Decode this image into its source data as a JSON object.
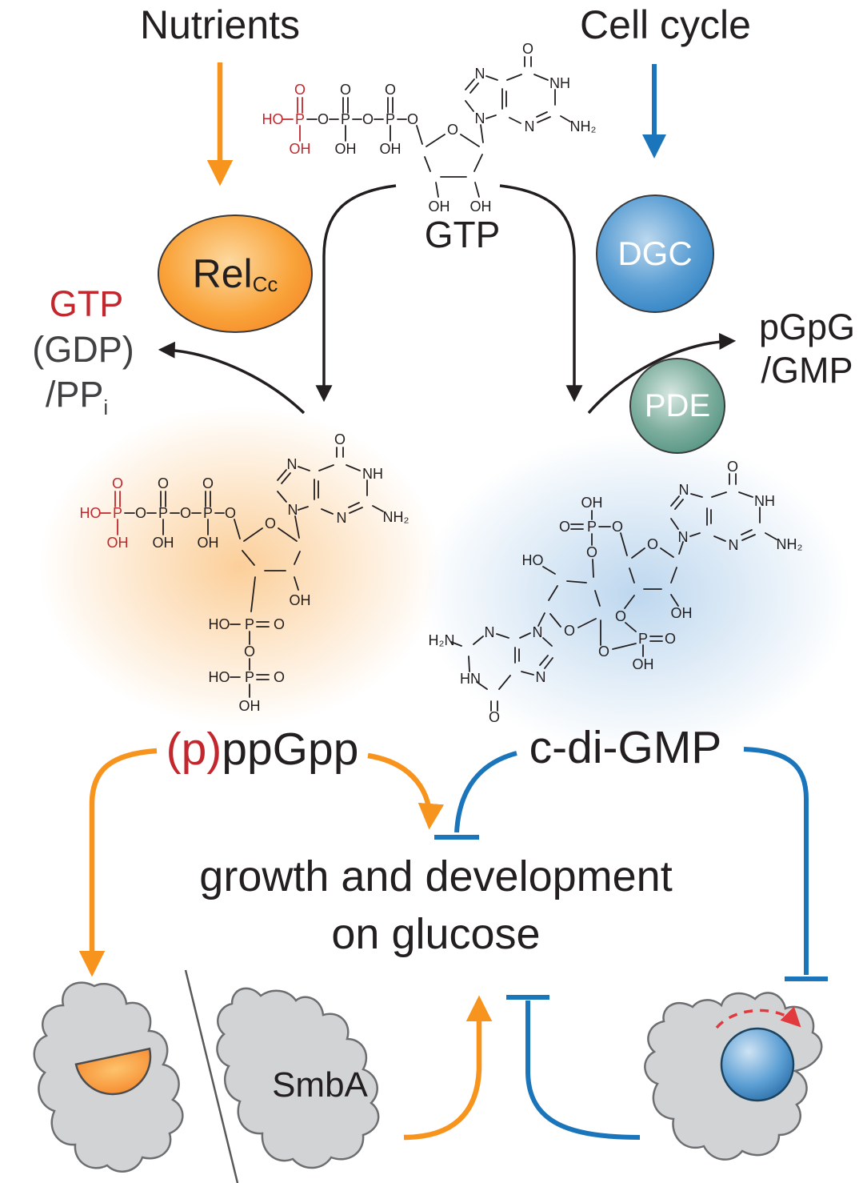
{
  "colors": {
    "black": "#231F20",
    "orange": "#F7941E",
    "blue": "#1B75BB",
    "red": "#C1272D",
    "redarrow": "#E03A3E",
    "pde_green": "#3E8573",
    "gray_fill": "#D2D3D5",
    "gray_stroke": "#6D6E71"
  },
  "top": {
    "left_input": "Nutrients",
    "right_input": "Cell cycle"
  },
  "nodes": {
    "relcc": {
      "label": "Rel",
      "sub": "Cc"
    },
    "dgc": {
      "label": "DGC"
    },
    "pde": {
      "label": "PDE"
    }
  },
  "metabolites": {
    "gtp_center": "GTP",
    "left_products": {
      "line1": "GTP",
      "line2": "(GDP)",
      "line3_base": "/PP",
      "line3_sub": "i"
    },
    "right_products": {
      "line1": "pGpG",
      "line2": "/GMP"
    },
    "ppgpp": {
      "prefix": "(p)",
      "rest": "ppGpp"
    },
    "cdigmp": "c-di-GMP"
  },
  "outcome": {
    "line1": "growth and development",
    "line2": "on glucose"
  },
  "bottom": {
    "smba": "SmbA"
  },
  "molecules": [
    {
      "id": "gtp",
      "atoms": [
        [
          341,
          149,
          "HO",
          "r"
        ],
        [
          375,
          112,
          "O",
          "r"
        ],
        [
          375,
          149,
          "P",
          "r"
        ],
        [
          375,
          186,
          "OH",
          "r"
        ],
        [
          404,
          149,
          "O"
        ],
        [
          432,
          112,
          "O"
        ],
        [
          432,
          149,
          "P"
        ],
        [
          432,
          186,
          "OH"
        ],
        [
          460,
          149,
          "O"
        ],
        [
          488,
          112,
          "O"
        ],
        [
          488,
          149,
          "P"
        ],
        [
          488,
          186,
          "OH"
        ],
        [
          516,
          149,
          "O"
        ],
        [
          566,
          162,
          "O"
        ],
        [
          549,
          258,
          "OH"
        ],
        [
          601,
          258,
          "OH"
        ],
        [
          660,
          61,
          "O"
        ],
        [
          700,
          104,
          "NH"
        ],
        [
          662,
          158,
          "N"
        ],
        [
          600,
          92,
          "N"
        ],
        [
          600,
          148,
          "N"
        ],
        [
          729,
          158,
          "NH₂"
        ]
      ],
      "bonds": [
        [
          354,
          149,
          366,
          149,
          "r"
        ],
        [
          372,
          141,
          372,
          122,
          "r"
        ],
        [
          378,
          141,
          378,
          122,
          "r"
        ],
        [
          375,
          157,
          375,
          176,
          "r"
        ],
        [
          384,
          149,
          396,
          149
        ],
        [
          412,
          149,
          423,
          149
        ],
        [
          429,
          141,
          429,
          122
        ],
        [
          435,
          141,
          435,
          122
        ],
        [
          432,
          157,
          432,
          176
        ],
        [
          441,
          149,
          452,
          149
        ],
        [
          468,
          149,
          479,
          149
        ],
        [
          485,
          141,
          485,
          122
        ],
        [
          491,
          141,
          491,
          122
        ],
        [
          488,
          157,
          488,
          176
        ],
        [
          497,
          149,
          508,
          149
        ],
        [
          521,
          157,
          528,
          180
        ],
        [
          533,
          183,
          556,
          168
        ],
        [
          576,
          168,
          599,
          183
        ],
        [
          603,
          193,
          593,
          214
        ],
        [
          583,
          221,
          551,
          221
        ],
        [
          538,
          214,
          531,
          196
        ],
        [
          545,
          228,
          548,
          246
        ],
        [
          594,
          228,
          599,
          246
        ],
        [
          604,
          178,
          601,
          156
        ],
        [
          668,
          93,
          685,
          100
        ],
        [
          694,
          112,
          694,
          131
        ],
        [
          688,
          146,
          672,
          153
        ],
        [
          684,
          140,
          671,
          146
        ],
        [
          651,
          154,
          637,
          147
        ],
        [
          628,
          136,
          628,
          111
        ],
        [
          633,
          133,
          633,
          114
        ],
        [
          634,
          100,
          652,
          93
        ],
        [
          656,
          83,
          656,
          71
        ],
        [
          664,
          83,
          664,
          71
        ],
        [
          701,
          145,
          713,
          152
        ],
        [
          622,
          100,
          608,
          95
        ],
        [
          593,
          99,
          582,
          112
        ],
        [
          598,
          104,
          588,
          116
        ],
        [
          582,
          126,
          592,
          139
        ],
        [
          608,
          148,
          620,
          144
        ]
      ]
    },
    {
      "id": "ppgpp",
      "atoms": [
        [
          113,
          641,
          "HO",
          "r"
        ],
        [
          147,
          604,
          "O",
          "r"
        ],
        [
          147,
          641,
          "P",
          "r"
        ],
        [
          147,
          678,
          "OH",
          "r"
        ],
        [
          176,
          641,
          "O"
        ],
        [
          204,
          604,
          "O"
        ],
        [
          204,
          641,
          "P"
        ],
        [
          204,
          678,
          "OH"
        ],
        [
          232,
          641,
          "O"
        ],
        [
          260,
          604,
          "O"
        ],
        [
          260,
          641,
          "P"
        ],
        [
          260,
          678,
          "OH"
        ],
        [
          288,
          641,
          "O"
        ],
        [
          338,
          654,
          "O"
        ],
        [
          375,
          750,
          "OH"
        ],
        [
          425,
          549,
          "O"
        ],
        [
          466,
          592,
          "NH"
        ],
        [
          427,
          647,
          "N"
        ],
        [
          365,
          580,
          "N"
        ],
        [
          366,
          637,
          "N"
        ],
        [
          495,
          646,
          "NH₂"
        ],
        [
          274,
          780,
          "HO"
        ],
        [
          312,
          780,
          "P"
        ],
        [
          349,
          780,
          "O"
        ],
        [
          312,
          814,
          "O"
        ],
        [
          274,
          846,
          "HO"
        ],
        [
          312,
          846,
          "P"
        ],
        [
          349,
          846,
          "O"
        ],
        [
          312,
          882,
          "OH"
        ]
      ],
      "bonds": [
        [
          126,
          641,
          138,
          641,
          "r"
        ],
        [
          144,
          633,
          144,
          614,
          "r"
        ],
        [
          150,
          633,
          150,
          614,
          "r"
        ],
        [
          147,
          649,
          147,
          668,
          "r"
        ],
        [
          156,
          641,
          168,
          641
        ],
        [
          184,
          641,
          195,
          641
        ],
        [
          201,
          633,
          201,
          614
        ],
        [
          207,
          633,
          207,
          614
        ],
        [
          204,
          649,
          204,
          668
        ],
        [
          213,
          641,
          224,
          641
        ],
        [
          240,
          641,
          251,
          641
        ],
        [
          257,
          633,
          257,
          614
        ],
        [
          263,
          633,
          263,
          614
        ],
        [
          260,
          649,
          260,
          668
        ],
        [
          269,
          641,
          280,
          641
        ],
        [
          293,
          649,
          300,
          673
        ],
        [
          305,
          676,
          328,
          660
        ],
        [
          348,
          660,
          371,
          676
        ],
        [
          375,
          689,
          368,
          705
        ],
        [
          357,
          713,
          331,
          713
        ],
        [
          318,
          706,
          303,
          688
        ],
        [
          368,
          721,
          373,
          737
        ],
        [
          319,
          721,
          314,
          764
        ],
        [
          374,
          672,
          369,
          645
        ],
        [
          433,
          581,
          450,
          588
        ],
        [
          459,
          600,
          459,
          619
        ],
        [
          453,
          634,
          437,
          641
        ],
        [
          449,
          628,
          436,
          634
        ],
        [
          416,
          642,
          402,
          636
        ],
        [
          393,
          624,
          393,
          599
        ],
        [
          398,
          622,
          398,
          601
        ],
        [
          399,
          588,
          417,
          581
        ],
        [
          421,
          571,
          421,
          559
        ],
        [
          429,
          571,
          429,
          559
        ],
        [
          466,
          632,
          479,
          639
        ],
        [
          387,
          588,
          373,
          583
        ],
        [
          358,
          587,
          347,
          600
        ],
        [
          363,
          591,
          352,
          604
        ],
        [
          347,
          614,
          358,
          627
        ],
        [
          373,
          637,
          385,
          633
        ],
        [
          288,
          780,
          300,
          780
        ],
        [
          321,
          777,
          336,
          777
        ],
        [
          321,
          783,
          336,
          783
        ],
        [
          312,
          789,
          312,
          805
        ],
        [
          312,
          823,
          312,
          837
        ],
        [
          288,
          846,
          300,
          846
        ],
        [
          321,
          843,
          336,
          843
        ],
        [
          321,
          849,
          336,
          849
        ],
        [
          312,
          855,
          312,
          871
        ]
      ]
    },
    {
      "id": "cdigmp",
      "atoms": [
        [
          740,
          628,
          "OH"
        ],
        [
          706,
          658,
          "O"
        ],
        [
          740,
          658,
          "P"
        ],
        [
          772,
          658,
          "O"
        ],
        [
          740,
          690,
          "O"
        ],
        [
          666,
          700,
          "HO"
        ],
        [
          816,
          680,
          "O"
        ],
        [
          852,
          766,
          "OH"
        ],
        [
          776,
          770,
          "O"
        ],
        [
          804,
          798,
          "P"
        ],
        [
          838,
          798,
          "O"
        ],
        [
          804,
          830,
          "OH"
        ],
        [
          755,
          814,
          "O"
        ],
        [
          712,
          788,
          "O"
        ],
        [
          916,
          583,
          "O"
        ],
        [
          956,
          626,
          "NH"
        ],
        [
          917,
          681,
          "N"
        ],
        [
          855,
          612,
          "N"
        ],
        [
          854,
          671,
          "N"
        ],
        [
          987,
          680,
          "NH₂"
        ],
        [
          552,
          800,
          "H₂N"
        ],
        [
          612,
          790,
          "N"
        ],
        [
          588,
          848,
          "HN"
        ],
        [
          618,
          896,
          "O"
        ],
        [
          676,
          846,
          "N"
        ],
        [
          672,
          790,
          "N"
        ]
      ],
      "bonds": [
        [
          924,
          615,
          941,
          621
        ],
        [
          950,
          634,
          950,
          653
        ],
        [
          944,
          668,
          928,
          675
        ],
        [
          940,
          662,
          927,
          668
        ],
        [
          907,
          676,
          893,
          670
        ],
        [
          884,
          656,
          884,
          635
        ],
        [
          889,
          654,
          889,
          637
        ],
        [
          890,
          621,
          908,
          615
        ],
        [
          912,
          605,
          912,
          592
        ],
        [
          920,
          605,
          920,
          592
        ],
        [
          957,
          666,
          971,
          674
        ],
        [
          878,
          621,
          864,
          617
        ],
        [
          849,
          620,
          839,
          632
        ],
        [
          854,
          624,
          844,
          636
        ],
        [
          839,
          648,
          848,
          661
        ],
        [
          863,
          670,
          875,
          666
        ],
        [
          854,
          677,
          849,
          692
        ],
        [
          842,
          696,
          826,
          685
        ],
        [
          806,
          685,
          790,
          697
        ],
        [
          787,
          710,
          793,
          728
        ],
        [
          805,
          736,
          827,
          736
        ],
        [
          839,
          728,
          846,
          709
        ],
        [
          839,
          743,
          848,
          757
        ],
        [
          793,
          744,
          781,
          760
        ],
        [
          782,
          778,
          795,
          789
        ],
        [
          813,
          795,
          828,
          795
        ],
        [
          813,
          801,
          828,
          801
        ],
        [
          804,
          806,
          804,
          820
        ],
        [
          795,
          804,
          766,
          811
        ],
        [
          751,
          806,
          751,
          775
        ],
        [
          686,
          750,
          697,
          732
        ],
        [
          709,
          726,
          733,
          728
        ],
        [
          744,
          738,
          750,
          757
        ],
        [
          745,
          773,
          723,
          784
        ],
        [
          701,
          783,
          688,
          767
        ],
        [
          694,
          717,
          679,
          708
        ],
        [
          740,
          638,
          740,
          649
        ],
        [
          714,
          655,
          729,
          655
        ],
        [
          714,
          661,
          729,
          661
        ],
        [
          749,
          658,
          763,
          658
        ],
        [
          776,
          666,
          784,
          694
        ],
        [
          740,
          667,
          740,
          681
        ],
        [
          741,
          699,
          742,
          721
        ],
        [
          679,
          797,
          690,
          807
        ],
        [
          691,
          822,
          681,
          835
        ],
        [
          685,
          819,
          675,
          831
        ],
        [
          667,
          843,
          652,
          839
        ],
        [
          644,
          828,
          644,
          809
        ],
        [
          649,
          826,
          649,
          811
        ],
        [
          650,
          797,
          663,
          791
        ],
        [
          636,
          797,
          621,
          792
        ],
        [
          604,
          795,
          592,
          805
        ],
        [
          586,
          820,
          587,
          839
        ],
        [
          596,
          852,
          609,
          861
        ],
        [
          624,
          861,
          638,
          844
        ],
        [
          614,
          876,
          614,
          888
        ],
        [
          622,
          876,
          622,
          888
        ],
        [
          577,
          807,
          564,
          802
        ],
        [
          673,
          782,
          681,
          766
        ]
      ]
    }
  ]
}
